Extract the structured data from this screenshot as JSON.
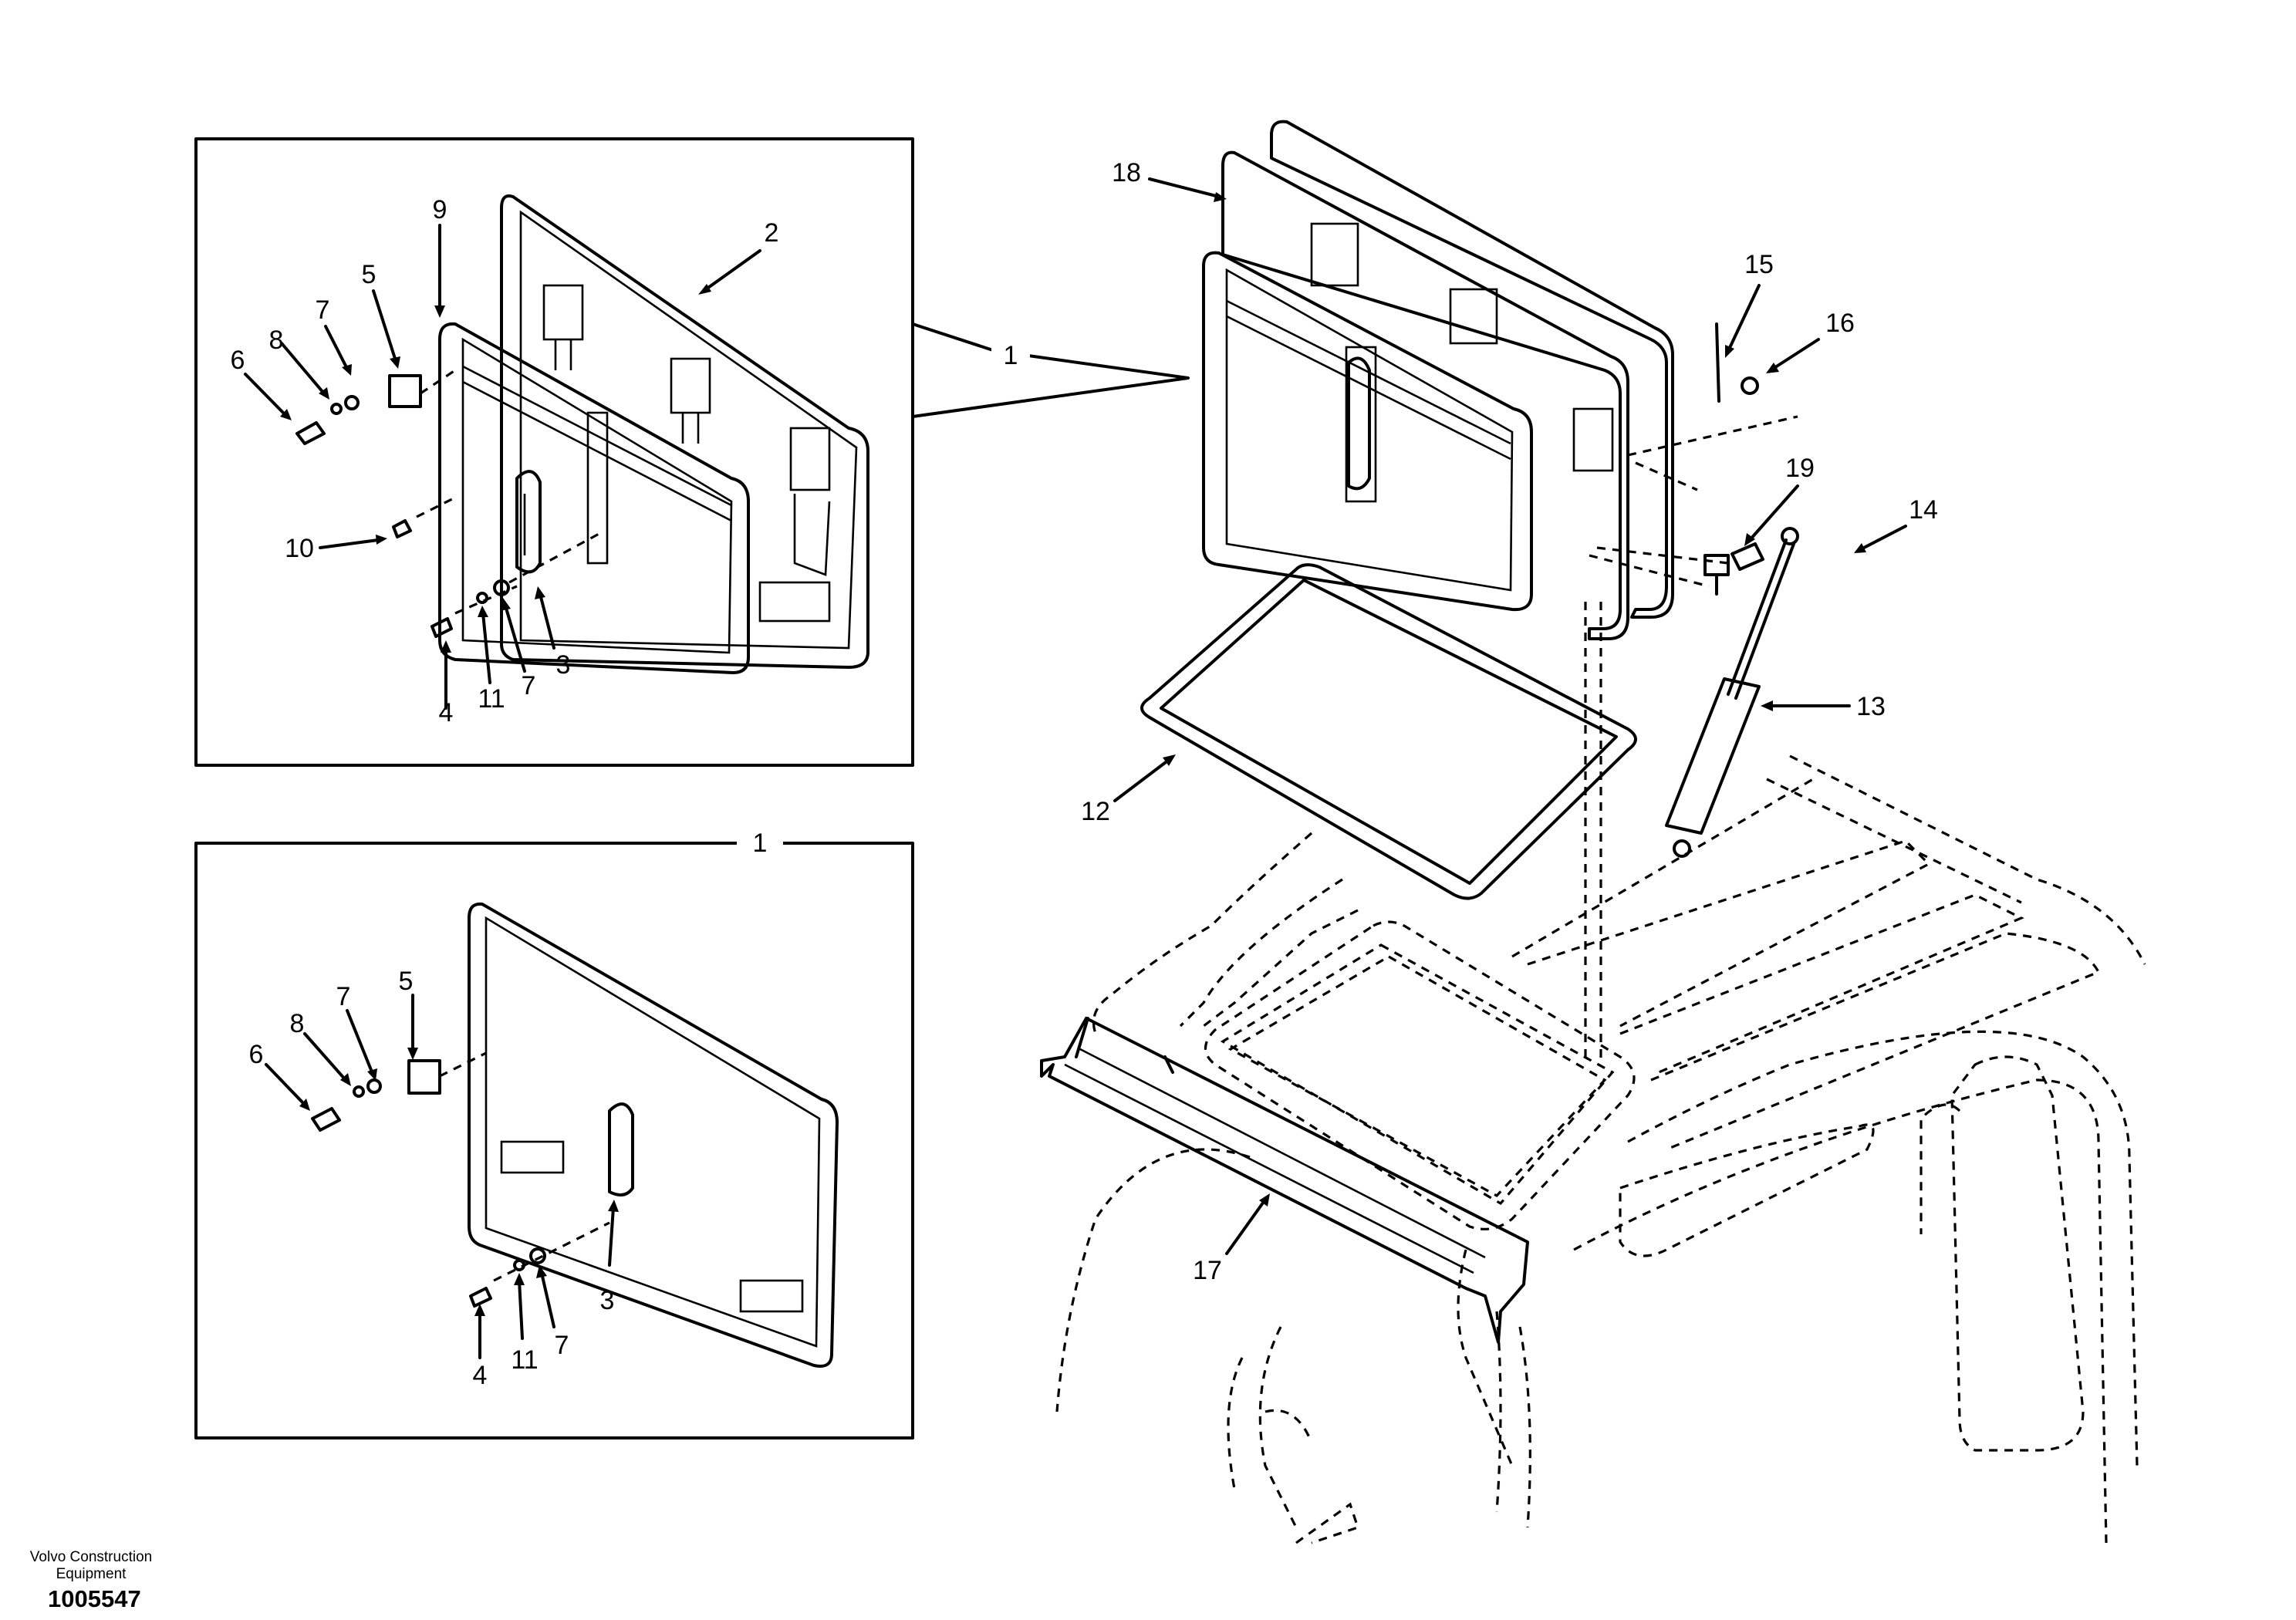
{
  "callouts": {
    "c1a": "1",
    "c1b": "1",
    "c2": "2",
    "c3a": "3",
    "c3b": "3",
    "c4a": "4",
    "c4b": "4",
    "c5a": "5",
    "c5b": "5",
    "c6a": "6",
    "c6b": "6",
    "c7a": "7",
    "c7b": "7",
    "c7c": "7",
    "c7d": "7",
    "c8a": "8",
    "c8b": "8",
    "c9": "9",
    "c10": "10",
    "c11a": "11",
    "c11b": "11",
    "c12": "12",
    "c13": "13",
    "c14": "14",
    "c15": "15",
    "c16": "16",
    "c17": "17",
    "c18": "18",
    "c19": "19"
  },
  "footer": {
    "company_line1": "Volvo Construction",
    "company_line2": "Equipment",
    "figure_number": "1005547"
  }
}
